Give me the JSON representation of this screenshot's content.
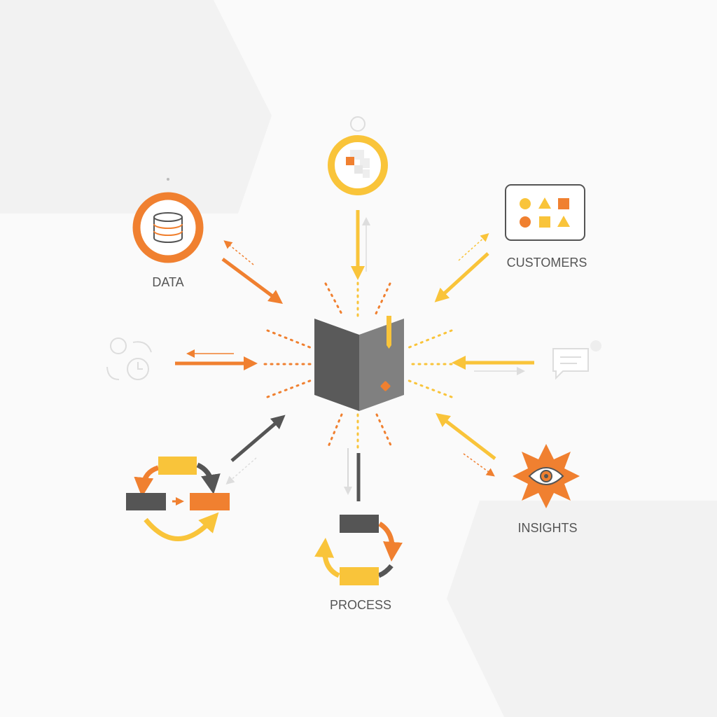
{
  "diagram": {
    "center": {
      "name": "book"
    },
    "nodes": [
      {
        "id": "data",
        "label": "DATA"
      },
      {
        "id": "customers",
        "label": "CUSTOMERS"
      },
      {
        "id": "insights",
        "label": "INSIGHTS"
      },
      {
        "id": "process",
        "label": "PROCESS"
      }
    ]
  },
  "colors": {
    "orange": "#F08030",
    "yellow": "#F9C43A",
    "dark": "#555555",
    "gray": "#7F7F7F",
    "faint": "#DCDCDC"
  }
}
